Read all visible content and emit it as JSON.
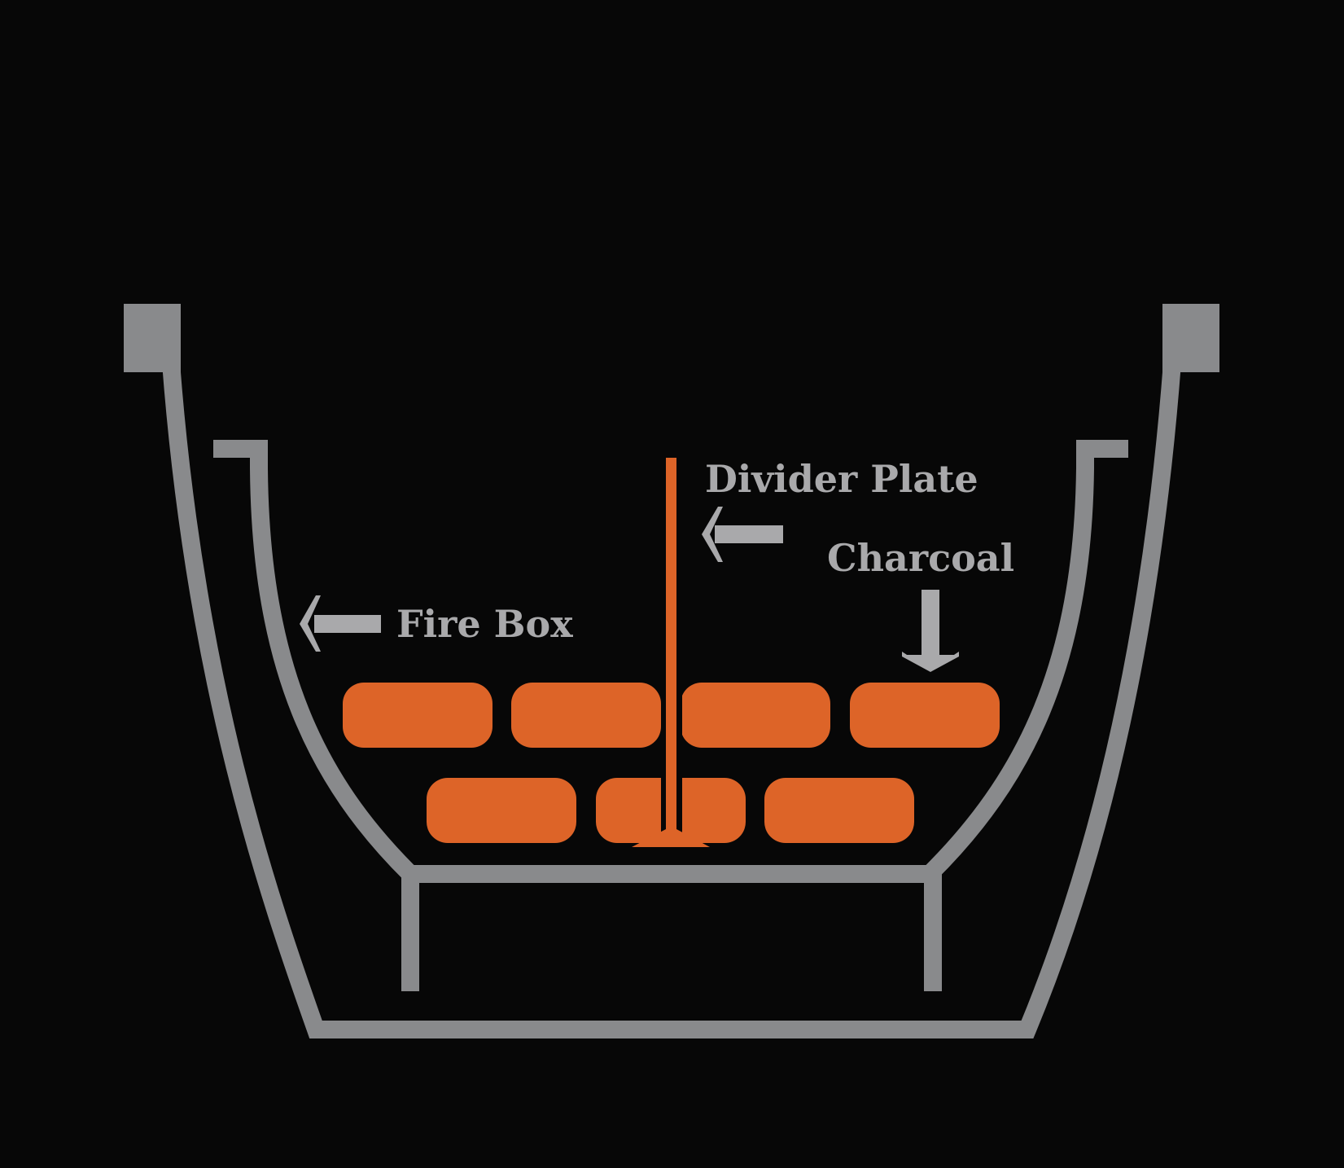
{
  "labels": {
    "divider_plate": "Divider Plate",
    "charcoal": "Charcoal",
    "fire_box": "Fire Box"
  },
  "colors": {
    "background": "#070707",
    "outline": "#898a8c",
    "label": "#a9a9ab",
    "charcoal": "#dd6428"
  },
  "icons": {
    "divider_arrow": "arrow-left-icon",
    "charcoal_arrow": "arrow-down-icon",
    "fire_box_arrow": "arrow-left-icon"
  }
}
